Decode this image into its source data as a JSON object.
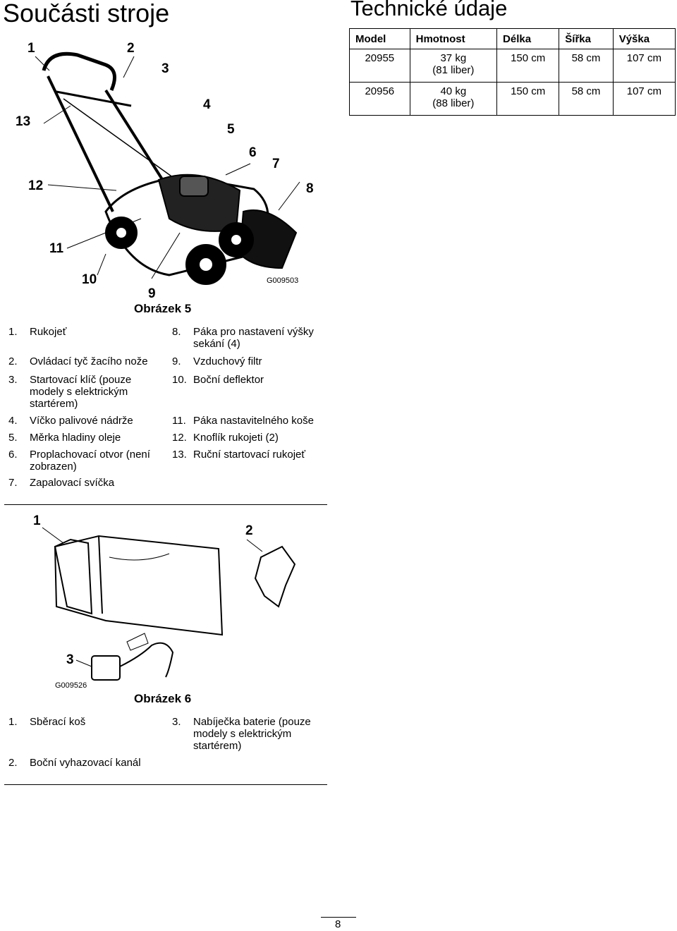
{
  "left_title": "Součásti stroje",
  "right_title": "Technické údaje",
  "spec_table": {
    "headers": [
      "Model",
      "Hmotnost",
      "Délka",
      "Šířka",
      "Výška"
    ],
    "rows": [
      [
        "20955",
        "37 kg\n(81 liber)",
        "150 cm",
        "58 cm",
        "107 cm"
      ],
      [
        "20956",
        "40 kg\n(88 liber)",
        "150 cm",
        "58 cm",
        "107 cm"
      ]
    ]
  },
  "figure5": {
    "callouts": [
      "1",
      "2",
      "3",
      "4",
      "5",
      "6",
      "7",
      "8",
      "9",
      "10",
      "11",
      "12",
      "13"
    ],
    "code": "G009503",
    "caption": "Obrázek 5"
  },
  "legend5": [
    {
      "num": "1.",
      "text": "Rukojeť"
    },
    {
      "num": "2.",
      "text": "Ovládací tyč žacího nože"
    },
    {
      "num": "3.",
      "text": "Startovací klíč (pouze modely s elektrickým startérem)"
    },
    {
      "num": "4.",
      "text": "Víčko palivové nádrže"
    },
    {
      "num": "5.",
      "text": "Měrka hladiny oleje"
    },
    {
      "num": "6.",
      "text": "Proplachovací otvor (není zobrazen)"
    },
    {
      "num": "7.",
      "text": "Zapalovací svíčka"
    },
    {
      "num": "8.",
      "text": "Páka pro nastavení výšky sekání (4)"
    },
    {
      "num": "9.",
      "text": "Vzduchový filtr"
    },
    {
      "num": "10.",
      "text": "Boční deflektor"
    },
    {
      "num": "11.",
      "text": "Páka nastavitelného koše"
    },
    {
      "num": "12.",
      "text": "Knoflík rukojeti (2)"
    },
    {
      "num": "13.",
      "text": "Ruční startovací rukojeť"
    }
  ],
  "figure6": {
    "callouts": [
      "1",
      "2",
      "3"
    ],
    "code": "G009526",
    "caption": "Obrázek 6"
  },
  "legend6": [
    {
      "num": "1.",
      "text": "Sběrací koš"
    },
    {
      "num": "2.",
      "text": "Boční vyhazovací kanál"
    },
    {
      "num": "3.",
      "text": "Nabíječka baterie (pouze modely s elektrickým startérem)"
    }
  ],
  "page_number": "8"
}
